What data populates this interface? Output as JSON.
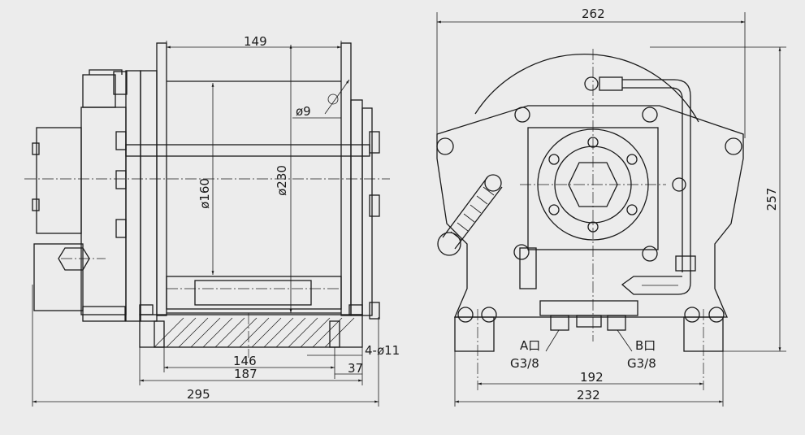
{
  "colors": {
    "background": "#ececec",
    "ink": "#1a1a1a"
  },
  "side_view": {
    "dim_149": "149",
    "dim_phi9": "ø9",
    "dim_phi160": "ø160",
    "dim_phi230": "ø230",
    "dim_146": "146",
    "dim_187": "187",
    "dim_4phi11": "4-ø11",
    "dim_37": "37",
    "dim_295": "295"
  },
  "front_view": {
    "dim_262": "262",
    "dim_257": "257",
    "dim_192": "192",
    "dim_232": "232",
    "port_a_label": "A口",
    "port_a_thread": "G3/8",
    "port_b_label": "B口",
    "port_b_thread": "G3/8"
  }
}
